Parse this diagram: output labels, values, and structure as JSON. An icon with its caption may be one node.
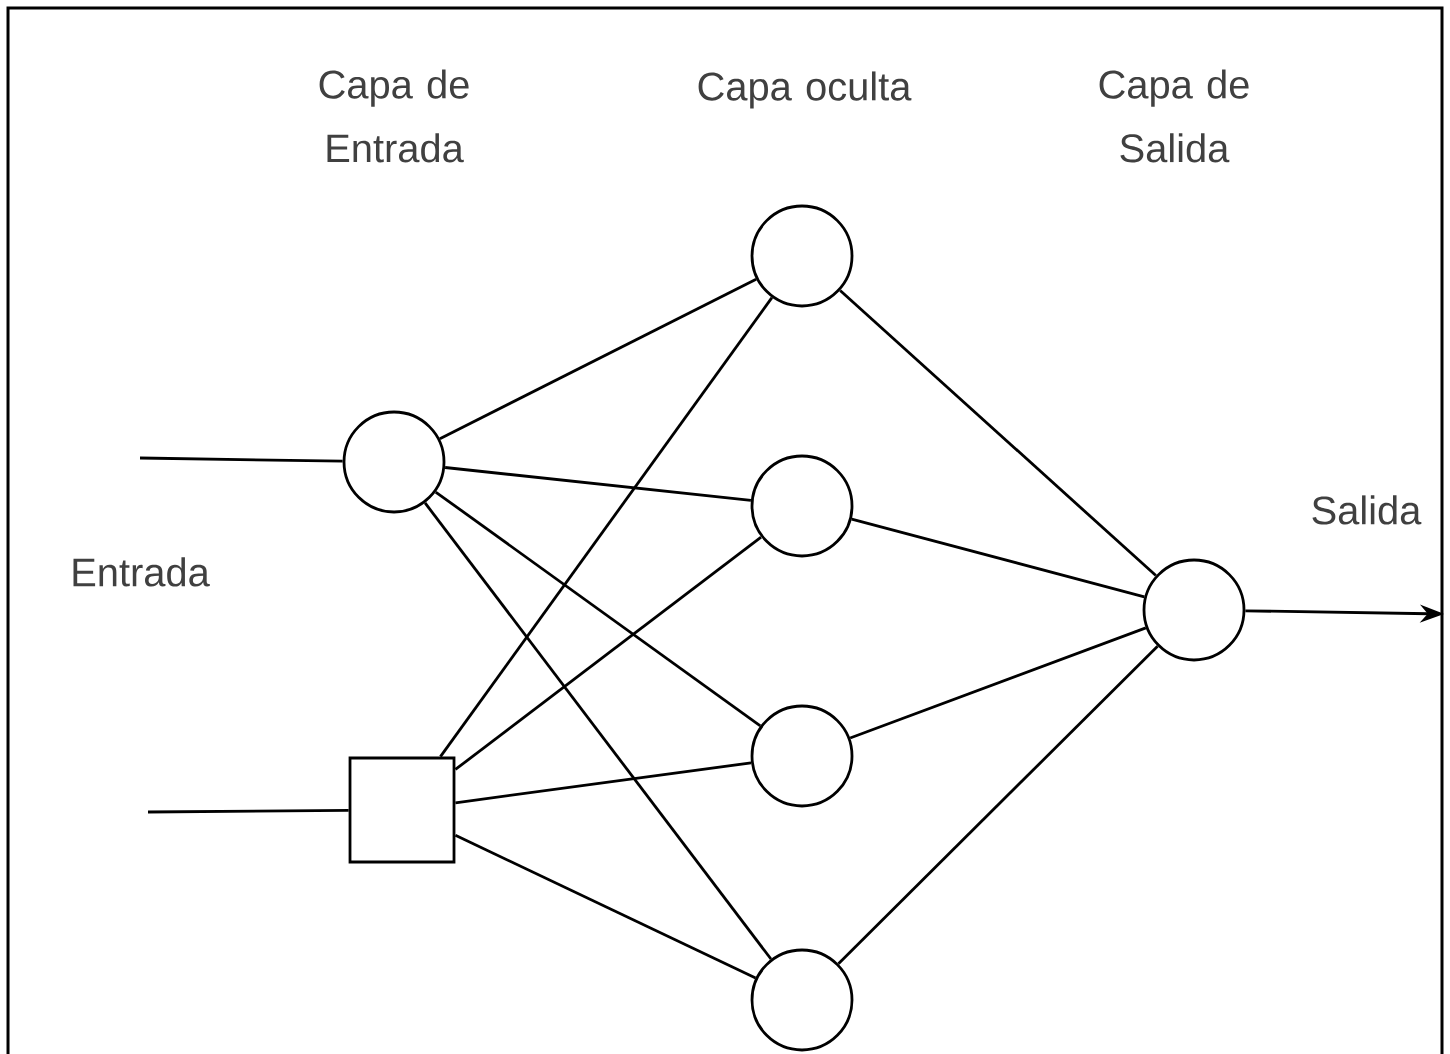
{
  "diagram": {
    "nodes": [
      {
        "text": [],
        "shape": "circle"
      },
      {
        "text": [],
        "shape": "box"
      },
      {
        "text": [],
        "shape": "circle"
      },
      {
        "text": [],
        "shape": "circle"
      },
      {
        "text": [],
        "shape": "circle"
      },
      {
        "text": [],
        "shape": "circle"
      },
      {
        "text": [],
        "shape": "circle"
      }
    ],
    "edges": [
      {
        "from": null,
        "to": 0,
        "arrow": "none"
      },
      {
        "from": null,
        "to": 1,
        "arrow": "none"
      },
      {
        "from": 0,
        "to": 2,
        "arrow": "none"
      },
      {
        "from": 0,
        "to": 3,
        "arrow": "none"
      },
      {
        "from": 0,
        "to": 4,
        "arrow": "none"
      },
      {
        "from": 0,
        "to": 5,
        "arrow": "none"
      },
      {
        "from": 1,
        "to": 2,
        "arrow": "none"
      },
      {
        "from": 1,
        "to": 3,
        "arrow": "none"
      },
      {
        "from": 1,
        "to": 4,
        "arrow": "none"
      },
      {
        "from": 1,
        "to": 5,
        "arrow": "none"
      },
      {
        "from": 2,
        "to": 6,
        "arrow": "none"
      },
      {
        "from": 3,
        "to": 6,
        "arrow": "none"
      },
      {
        "from": 4,
        "to": 6,
        "arrow": "none"
      },
      {
        "from": 5,
        "to": 6,
        "arrow": "none"
      },
      {
        "from": 6,
        "to": null,
        "arrow": "to"
      }
    ],
    "labels": [
      "Capa de Entrada",
      "Capa oculta",
      "Capa de Salida",
      "Salida",
      "Entrada"
    ]
  }
}
